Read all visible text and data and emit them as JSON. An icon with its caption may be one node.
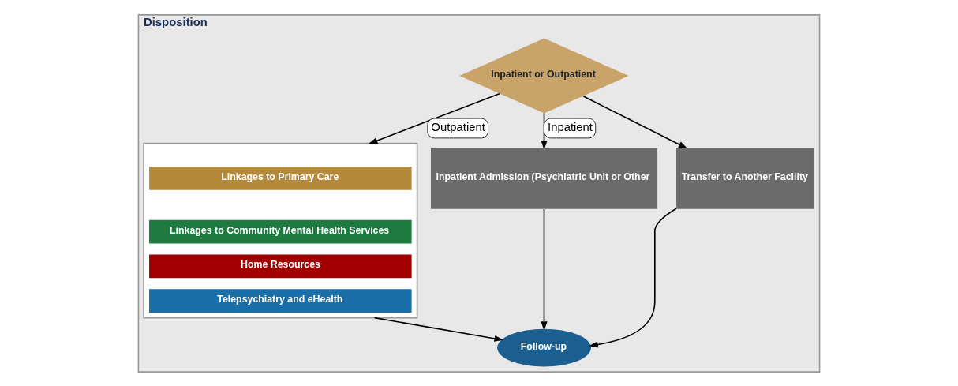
{
  "diagram": {
    "nodes": [
      {
        "text": [
          "Disposition"
        ]
      },
      {
        "text": [
          "Inpatient or Outpatient"
        ],
        "in": 0
      },
      {
        "text": [],
        "shape": "box",
        "in": 0
      },
      {
        "text": [
          "Linkages to Primary Care"
        ],
        "in": 2
      },
      {
        "text": [
          "Linkages to Community Mental Health Services"
        ],
        "in": 2
      },
      {
        "text": [
          "Home Resources"
        ],
        "in": 2
      },
      {
        "text": [
          "Telepsychiatry and eHealth"
        ],
        "in": 2
      },
      {
        "text": [
          "Inpatient Admission (Psychiatric Unit or Other"
        ],
        "in": 0
      },
      {
        "text": [
          "Transfer to Another Facility"
        ],
        "in": 0
      },
      {
        "text": [
          "Follow-up"
        ],
        "in": 0
      }
    ],
    "edges": [
      {
        "from": 1,
        "to": 2,
        "arrow": "to",
        "label": "Outpatient"
      },
      {
        "from": 1,
        "to": 7,
        "arrow": "to",
        "label": "Inpatient"
      },
      {
        "from": 1,
        "to": 8,
        "arrow": "to"
      },
      {
        "from": 2,
        "to": 9,
        "arrow": "to"
      },
      {
        "from": 7,
        "to": 9,
        "arrow": "to"
      },
      {
        "from": 8,
        "to": 9,
        "arrow": "to"
      }
    ]
  }
}
